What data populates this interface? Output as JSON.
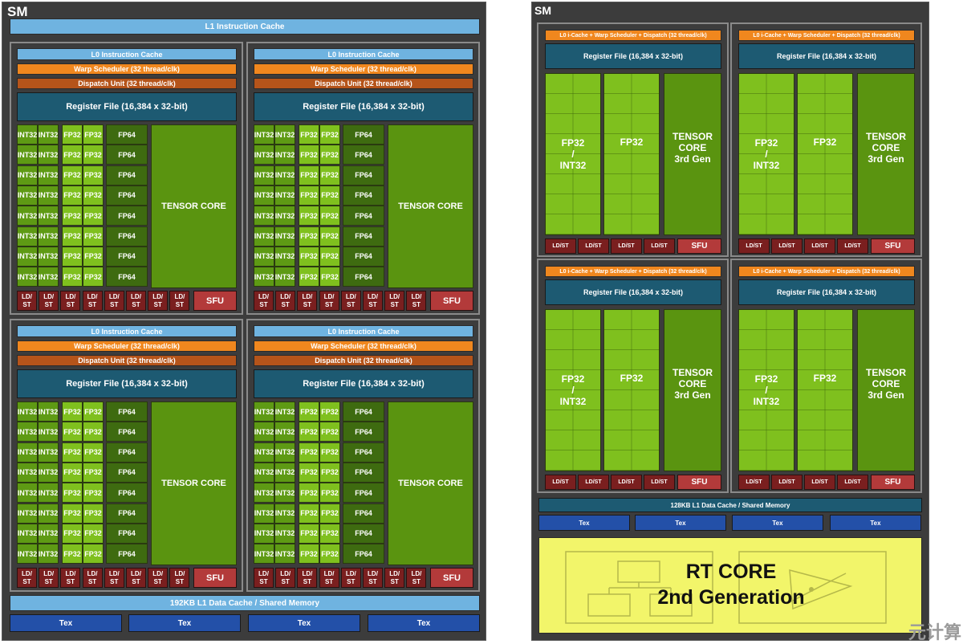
{
  "left_sm": {
    "title": "SM",
    "l1_icache": "L1 Instruction Cache",
    "partitions": [
      {
        "l0": "L0 Instruction Cache",
        "warp": "Warp Scheduler (32 thread/clk)",
        "dispatch": "Dispatch Unit (32 thread/clk)",
        "regfile": "Register File (16,384 x 32-bit)",
        "tensor": "TENSOR CORE",
        "sfu": "SFU"
      },
      {
        "l0": "L0 Instruction Cache",
        "warp": "Warp Scheduler (32 thread/clk)",
        "dispatch": "Dispatch Unit (32 thread/clk)",
        "regfile": "Register File (16,384 x 32-bit)",
        "tensor": "TENSOR CORE",
        "sfu": "SFU"
      },
      {
        "l0": "L0 Instruction Cache",
        "warp": "Warp Scheduler (32 thread/clk)",
        "dispatch": "Dispatch Unit (32 thread/clk)",
        "regfile": "Register File (16,384 x 32-bit)",
        "tensor": "TENSOR CORE",
        "sfu": "SFU"
      },
      {
        "l0": "L0 Instruction Cache",
        "warp": "Warp Scheduler (32 thread/clk)",
        "dispatch": "Dispatch Unit (32 thread/clk)",
        "regfile": "Register File (16,384 x 32-bit)",
        "tensor": "TENSOR CORE",
        "sfu": "SFU"
      }
    ],
    "unit_labels": {
      "int32": "INT32",
      "fp32": "FP32",
      "fp64": "FP64",
      "ldst_top": "LD/",
      "ldst_bottom": "ST"
    },
    "rows_per_partition": 8,
    "ldst_per_partition": 8,
    "l1_data": "192KB L1 Data Cache / Shared Memory",
    "tex": [
      "Tex",
      "Tex",
      "Tex",
      "Tex"
    ]
  },
  "right_sm": {
    "title": "SM",
    "partitions": [
      {
        "header": "L0 i-Cache + Warp Scheduler + Dispatch (32 thread/clk)",
        "regfile": "Register File (16,384 x 32-bit)",
        "col1": [
          "FP32",
          "/",
          "INT32"
        ],
        "col2": "FP32",
        "tensor": [
          "TENSOR",
          "CORE",
          "3rd Gen"
        ],
        "ldst": [
          "LD/ST",
          "LD/ST",
          "LD/ST",
          "LD/ST"
        ],
        "sfu": "SFU"
      },
      {
        "header": "L0 i-Cache + Warp Scheduler + Dispatch (32 thread/clk)",
        "regfile": "Register File (16,384 x 32-bit)",
        "col1": [
          "FP32",
          "/",
          "INT32"
        ],
        "col2": "FP32",
        "tensor": [
          "TENSOR",
          "CORE",
          "3rd Gen"
        ],
        "ldst": [
          "LD/ST",
          "LD/ST",
          "LD/ST",
          "LD/ST"
        ],
        "sfu": "SFU"
      },
      {
        "header": "L0 i-Cache + Warp Scheduler + Dispatch (32 thread/clk)",
        "regfile": "Register File (16,384 x 32-bit)",
        "col1": [
          "FP32",
          "/",
          "INT32"
        ],
        "col2": "FP32",
        "tensor": [
          "TENSOR",
          "CORE",
          "3rd Gen"
        ],
        "ldst": [
          "LD/ST",
          "LD/ST",
          "LD/ST",
          "LD/ST"
        ],
        "sfu": "SFU"
      },
      {
        "header": "L0 i-Cache + Warp Scheduler + Dispatch (32 thread/clk)",
        "regfile": "Register File (16,384 x 32-bit)",
        "col1": [
          "FP32",
          "/",
          "INT32"
        ],
        "col2": "FP32",
        "tensor": [
          "TENSOR",
          "CORE",
          "3rd Gen"
        ],
        "ldst": [
          "LD/ST",
          "LD/ST",
          "LD/ST",
          "LD/ST"
        ],
        "sfu": "SFU"
      }
    ],
    "l1_data": "128KB L1 Data Cache / Shared Memory",
    "tex": [
      "Tex",
      "Tex",
      "Tex",
      "Tex"
    ],
    "rt_core": {
      "line1": "RT CORE",
      "line2": "2nd Generation"
    }
  },
  "watermark": "元计算",
  "colors": {
    "int32": "#5e9a14",
    "fp32": "#7fc01e",
    "fp64": "#3e6b10",
    "tensor": "#5a9410",
    "ldst": "#7a1f1f",
    "sfu": "#b33a3a",
    "l0": "#6fb3e0",
    "warp": "#f0871e",
    "dispatch": "#b5541a",
    "regfile": "#1d5a72",
    "tex": "#2350a8",
    "rt": "#f2f56a"
  }
}
